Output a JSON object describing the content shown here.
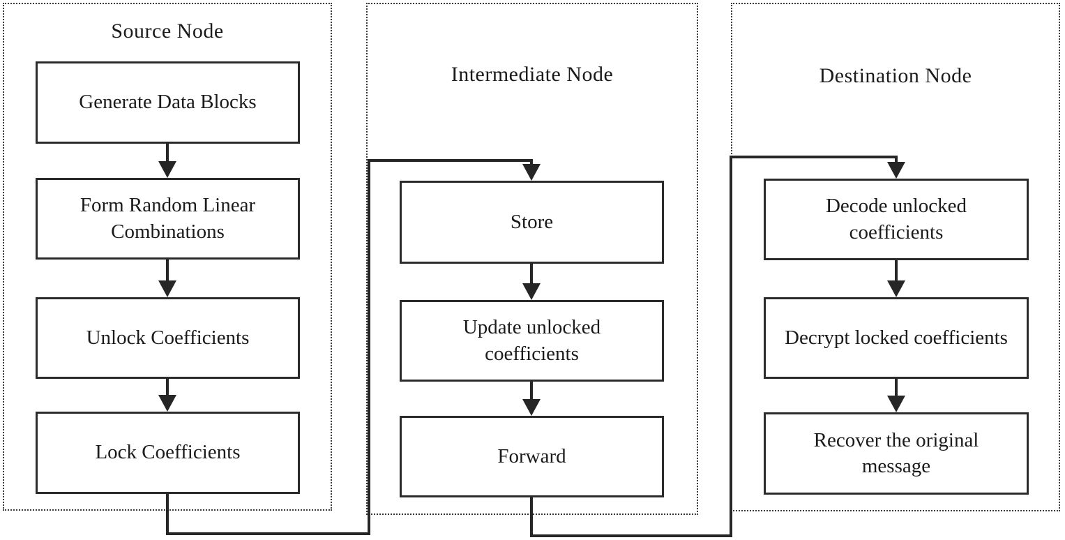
{
  "diagram": {
    "type": "flowchart",
    "columns": [
      {
        "title": "Source Node",
        "steps": [
          "Generate Data Blocks",
          "Form Random Linear Combinations",
          "Unlock Coefficients",
          "Lock Coefficients"
        ]
      },
      {
        "title": "Intermediate Node",
        "steps": [
          "Store",
          "Update unlocked coefficients",
          "Forward"
        ]
      },
      {
        "title": "Destination Node",
        "steps": [
          "Decode unlocked coefficients",
          "Decrypt locked coefficients",
          "Recover the original message"
        ]
      }
    ],
    "connections": [
      {
        "from": "Lock Coefficients",
        "to": "Store"
      },
      {
        "from": "Forward",
        "to": "Decode unlocked coefficients"
      }
    ],
    "colors": {
      "background": "#ffffff",
      "text": "#1b1b1b",
      "connector": "#262626",
      "box_border": "#2b2b2b",
      "container_border": "#3b3b3b"
    }
  }
}
